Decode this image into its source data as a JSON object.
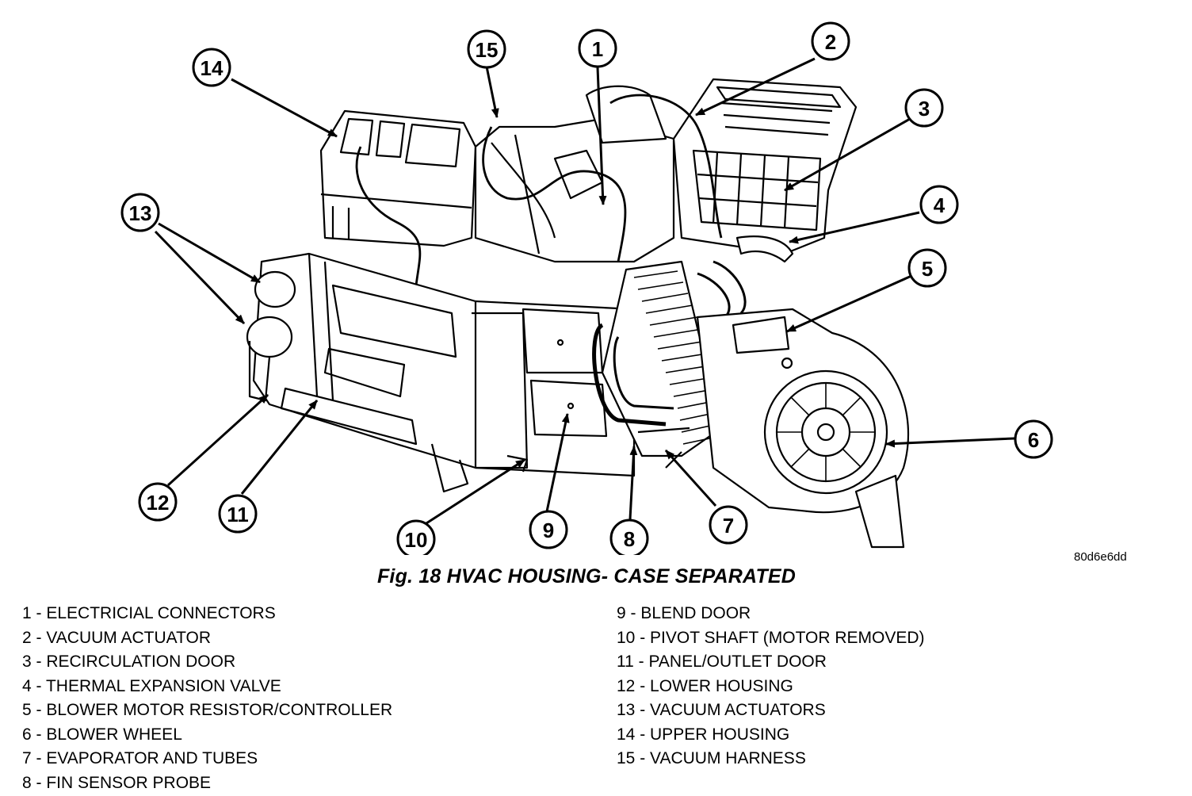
{
  "figure": {
    "title": "Fig. 18 HVAC HOUSING- CASE SEPARATED",
    "code": "80d6e6dd"
  },
  "callouts": [
    {
      "number": "1"
    },
    {
      "number": "2"
    },
    {
      "number": "3"
    },
    {
      "number": "4"
    },
    {
      "number": "5"
    },
    {
      "number": "6"
    },
    {
      "number": "7"
    },
    {
      "number": "8"
    },
    {
      "number": "9"
    },
    {
      "number": "10"
    },
    {
      "number": "11"
    },
    {
      "number": "12"
    },
    {
      "number": "13"
    },
    {
      "number": "14"
    },
    {
      "number": "15"
    }
  ],
  "legend": {
    "items": [
      "1 - ELECTRICIAL CONNECTORS",
      "2 - VACUUM ACTUATOR",
      "3 - RECIRCULATION DOOR",
      "4 - THERMAL EXPANSION VALVE",
      "5 - BLOWER MOTOR RESISTOR/CONTROLLER",
      "6 - BLOWER WHEEL",
      "7 - EVAPORATOR AND TUBES",
      "8 - FIN SENSOR PROBE",
      "9 - BLEND DOOR",
      "10 - PIVOT SHAFT (MOTOR REMOVED)",
      "11 - PANEL/OUTLET DOOR",
      "12 - LOWER HOUSING",
      "13 - VACUUM ACTUATORS",
      "14 - UPPER HOUSING",
      "15 - VACUUM HARNESS"
    ]
  }
}
